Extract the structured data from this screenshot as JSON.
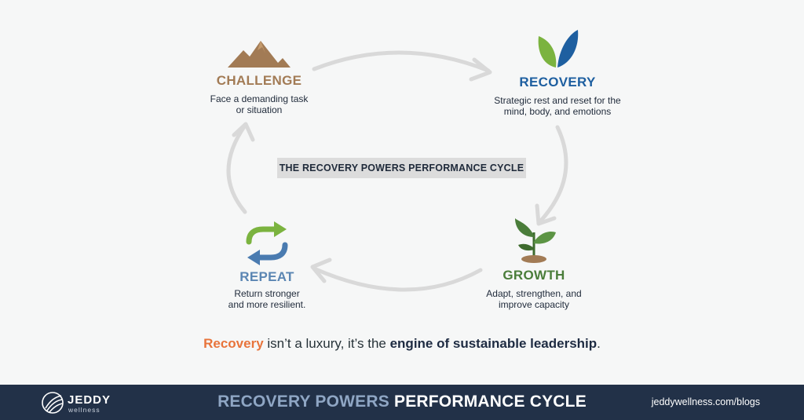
{
  "diagram": {
    "center_label": "THE RECOVERY POWERS PERFORMANCE CYCLE",
    "nodes": {
      "challenge": {
        "title": "CHALLENGE",
        "desc_line1": "Face a demanding task",
        "desc_line2": "or situation",
        "icon": "mountain-icon",
        "color": "#a27b55"
      },
      "recovery": {
        "title": "RECOVERY",
        "desc_line1": "Strategic rest and reset for the",
        "desc_line2": "mind, body, and emotions",
        "icon": "leaves-icon",
        "color": "#1e5fa0"
      },
      "growth": {
        "title": "GROWTH",
        "desc_line1": "Adapt, strengthen, and",
        "desc_line2": "improve capacity",
        "icon": "sprout-icon",
        "color": "#4a7d3a"
      },
      "repeat": {
        "title": "REPEAT",
        "desc_line1": "Return stronger",
        "desc_line2": "and more resilient.",
        "icon": "cycle-arrows-icon",
        "color": "#5b86b3"
      }
    }
  },
  "tagline": {
    "highlight": "Recovery",
    "middle": " isn’t a luxury, it’s the ",
    "bold": "engine of sustainable leadership",
    "end": "."
  },
  "footer": {
    "brand": "JEDDY",
    "brand_sub": "wellness",
    "title_part1": "RECOVERY POWERS",
    "title_part2": "PERFORMANCE CYCLE",
    "url": "jeddywellness.com/blogs"
  },
  "colors": {
    "accent_orange": "#e8743b",
    "navy": "#223148",
    "arrow_gray": "#d9d9d9"
  }
}
